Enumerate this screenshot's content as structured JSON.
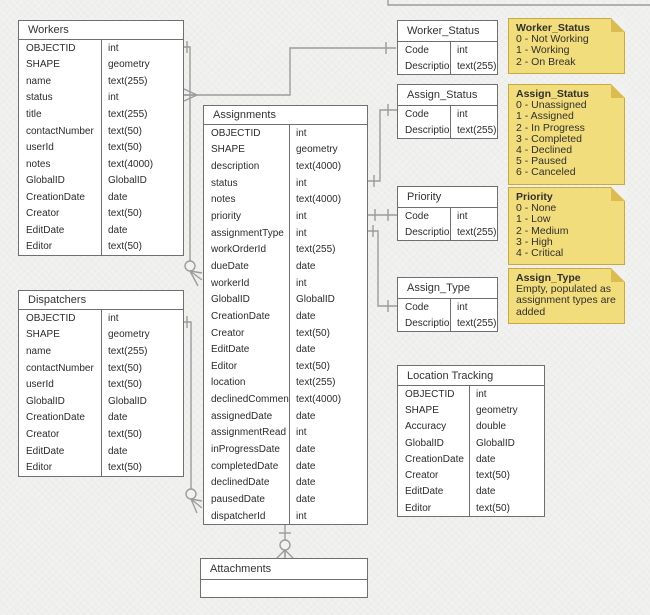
{
  "tables": {
    "workers": {
      "title": "Workers",
      "fields": [
        [
          "OBJECTID",
          "int"
        ],
        [
          "SHAPE",
          "geometry"
        ],
        [
          "name",
          "text(255)"
        ],
        [
          "status",
          "int"
        ],
        [
          "title",
          "text(255)"
        ],
        [
          "contactNumber",
          "text(50)"
        ],
        [
          "userId",
          "text(50)"
        ],
        [
          "notes",
          "text(4000)"
        ],
        [
          "GlobalID",
          "GlobalID"
        ],
        [
          "CreationDate",
          "date"
        ],
        [
          "Creator",
          "text(50)"
        ],
        [
          "EditDate",
          "date"
        ],
        [
          "Editor",
          "text(50)"
        ]
      ]
    },
    "dispatchers": {
      "title": "Dispatchers",
      "fields": [
        [
          "OBJECTID",
          "int"
        ],
        [
          "SHAPE",
          "geometry"
        ],
        [
          "name",
          "text(255)"
        ],
        [
          "contactNumber",
          "text(50)"
        ],
        [
          "userId",
          "text(50)"
        ],
        [
          "GlobalID",
          "GlobalID"
        ],
        [
          "CreationDate",
          "date"
        ],
        [
          "Creator",
          "text(50)"
        ],
        [
          "EditDate",
          "date"
        ],
        [
          "Editor",
          "text(50)"
        ]
      ]
    },
    "assignments": {
      "title": "Assignments",
      "fields": [
        [
          "OBJECTID",
          "int"
        ],
        [
          "SHAPE",
          "geometry"
        ],
        [
          "description",
          "text(4000)"
        ],
        [
          "status",
          "int"
        ],
        [
          "notes",
          "text(4000)"
        ],
        [
          "priority",
          "int"
        ],
        [
          "assignmentType",
          "int"
        ],
        [
          "workOrderId",
          "text(255)"
        ],
        [
          "dueDate",
          "date"
        ],
        [
          "workerId",
          "int"
        ],
        [
          "GlobalID",
          "GlobalID"
        ],
        [
          "CreationDate",
          "date"
        ],
        [
          "Creator",
          "text(50)"
        ],
        [
          "EditDate",
          "date"
        ],
        [
          "Editor",
          "text(50)"
        ],
        [
          "location",
          "text(255)"
        ],
        [
          "declinedComment",
          "text(4000)"
        ],
        [
          "assignedDate",
          "date"
        ],
        [
          "assignmentRead",
          "int"
        ],
        [
          "inProgressDate",
          "date"
        ],
        [
          "completedDate",
          "date"
        ],
        [
          "declinedDate",
          "date"
        ],
        [
          "pausedDate",
          "date"
        ],
        [
          "dispatcherId",
          "int"
        ]
      ]
    },
    "worker_status": {
      "title": "Worker_Status",
      "fields": [
        [
          "Code",
          "int"
        ],
        [
          "Description",
          "text(255)"
        ]
      ]
    },
    "assign_status": {
      "title": "Assign_Status",
      "fields": [
        [
          "Code",
          "int"
        ],
        [
          "Description",
          "text(255)"
        ]
      ]
    },
    "priority": {
      "title": "Priority",
      "fields": [
        [
          "Code",
          "int"
        ],
        [
          "Description",
          "text(255)"
        ]
      ]
    },
    "assign_type": {
      "title": "Assign_Type",
      "fields": [
        [
          "Code",
          "int"
        ],
        [
          "Description",
          "text(255)"
        ]
      ]
    },
    "location_tracking": {
      "title": "Location Tracking",
      "fields": [
        [
          "OBJECTID",
          "int"
        ],
        [
          "SHAPE",
          "geometry"
        ],
        [
          "Accuracy",
          "double"
        ],
        [
          "GlobalID",
          "GlobalID"
        ],
        [
          "CreationDate",
          "date"
        ],
        [
          "Creator",
          "text(50)"
        ],
        [
          "EditDate",
          "date"
        ],
        [
          "Editor",
          "text(50)"
        ]
      ]
    },
    "attachments": {
      "title": "Attachments",
      "fields": []
    }
  },
  "notes": [
    {
      "title": "Worker_Status",
      "lines": [
        "0 - Not Working",
        "1 - Working",
        "2 - On Break"
      ]
    },
    {
      "title": "Assign_Status",
      "lines": [
        "0 - Unassigned",
        "1 - Assigned",
        "2 - In Progress",
        "3 - Completed",
        "4 - Declined",
        "5 - Paused",
        "6 - Canceled"
      ]
    },
    {
      "title": "Priority",
      "lines": [
        "0 - None",
        "1 - Low",
        "2 - Medium",
        "3 - High",
        "4 - Critical"
      ]
    },
    {
      "title": "Assign_Type",
      "lines": [
        "Empty, populated as",
        "assignment types are added"
      ]
    }
  ],
  "colors": {
    "note_fill": "#F2DD7D",
    "note_border": "#C9A83D",
    "note_fold": "#DCBC50",
    "connector": "#9C9C9C",
    "table_border": "#6F6F6F",
    "background": "#F1F1EF"
  }
}
